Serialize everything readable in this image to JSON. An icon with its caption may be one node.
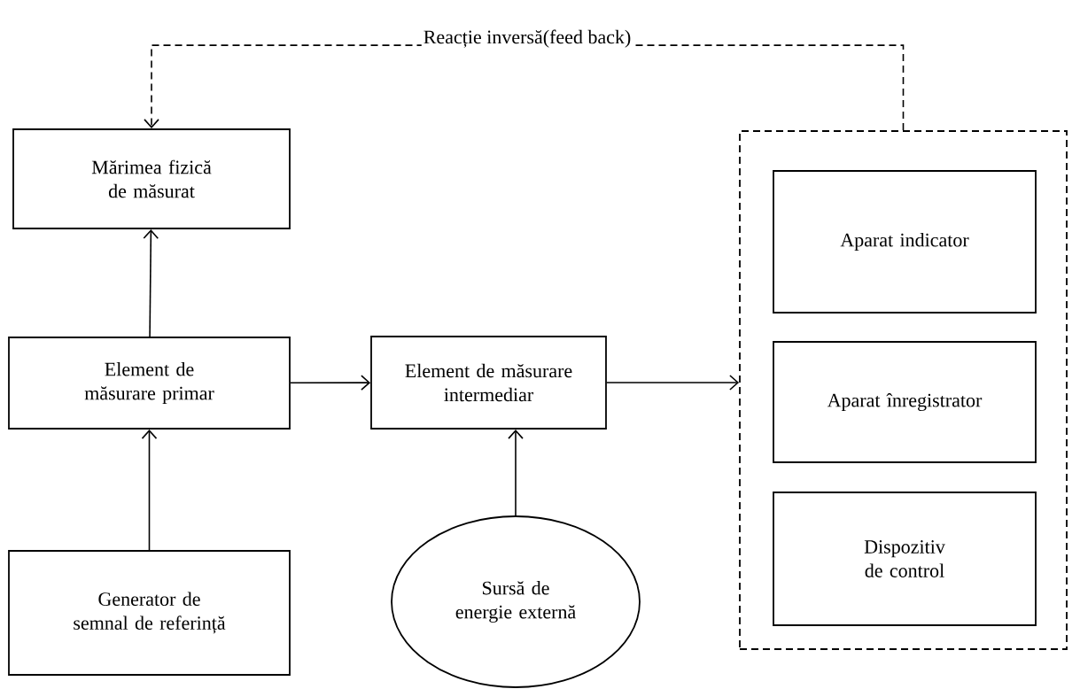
{
  "diagram": {
    "nodes": [
      {
        "text": [
          "Mărimea fizică de măsurat"
        ]
      },
      {
        "text": [
          "Element de măsurare primar"
        ]
      },
      {
        "text": [
          "Element de măsurare intermediar"
        ]
      },
      {
        "text": [],
        "shape": "box"
      },
      {
        "text": [
          "Aparat indicator"
        ],
        "in": 3
      },
      {
        "text": [
          "Aparat înregistrator"
        ],
        "in": 3
      },
      {
        "text": [
          "Dispozitiv de control"
        ],
        "in": 3
      },
      {
        "text": [
          "Generator de semnal de referință"
        ]
      },
      {
        "text": [
          "Sursă de energie externă"
        ]
      }
    ],
    "edges": [
      {
        "from": 1,
        "to": 0,
        "arrow": "to"
      },
      {
        "from": 1,
        "to": 2,
        "arrow": "to"
      },
      {
        "from": 2,
        "to": 3,
        "arrow": "to"
      },
      {
        "from": 7,
        "to": 1,
        "arrow": "to"
      },
      {
        "from": 8,
        "to": 2,
        "arrow": "to"
      },
      {
        "from": 3,
        "to": 0,
        "arrow": "to",
        "style": "dashed",
        "label": "Reacție inversă(feed back)"
      }
    ]
  }
}
